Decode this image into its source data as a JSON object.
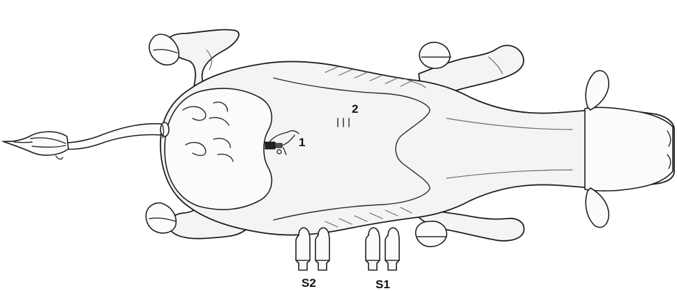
{
  "labels": {
    "site_1": "1",
    "site_2": "2",
    "sample_s2": "S2",
    "sample_s1": "S1"
  },
  "colors": {
    "outline": "#1e1e1e",
    "fill": "#f4f4f4",
    "background": "#ffffff"
  }
}
